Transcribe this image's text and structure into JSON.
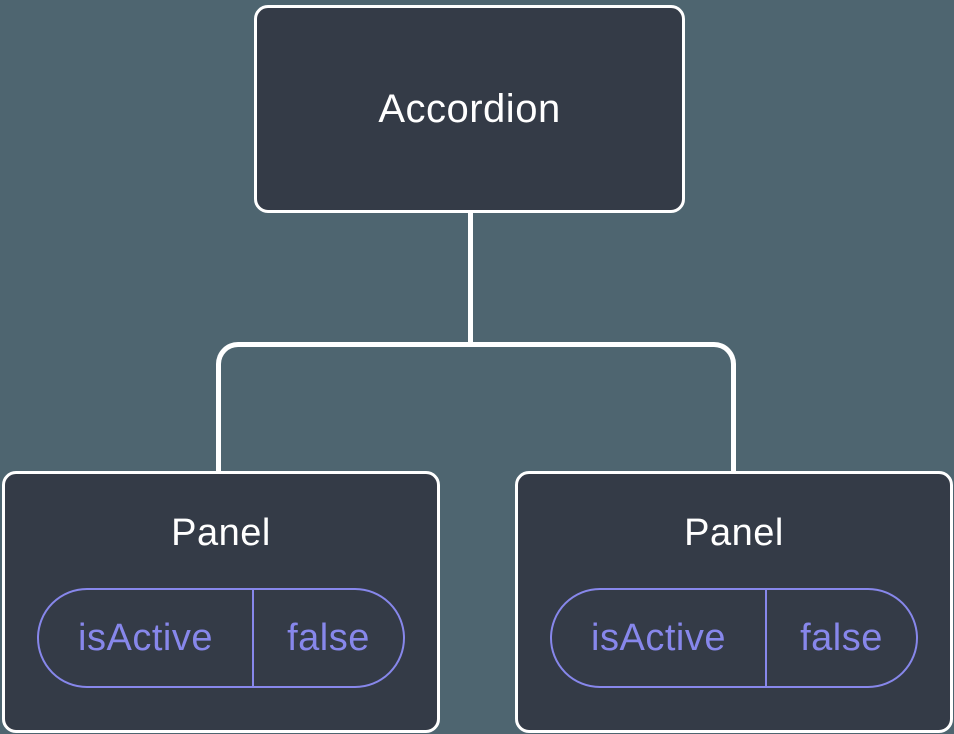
{
  "colors": {
    "background": "#4E6570",
    "node_fill": "#343B47",
    "node_border": "#FFFFFF",
    "connector": "#FFFFFF",
    "label_text": "#FFFFFF",
    "state_accent": "#8787EB"
  },
  "tree": {
    "root": {
      "label": "Accordion"
    },
    "children": [
      {
        "label": "Panel",
        "state": {
          "name": "isActive",
          "value": "false"
        }
      },
      {
        "label": "Panel",
        "state": {
          "name": "isActive",
          "value": "false"
        }
      }
    ]
  }
}
